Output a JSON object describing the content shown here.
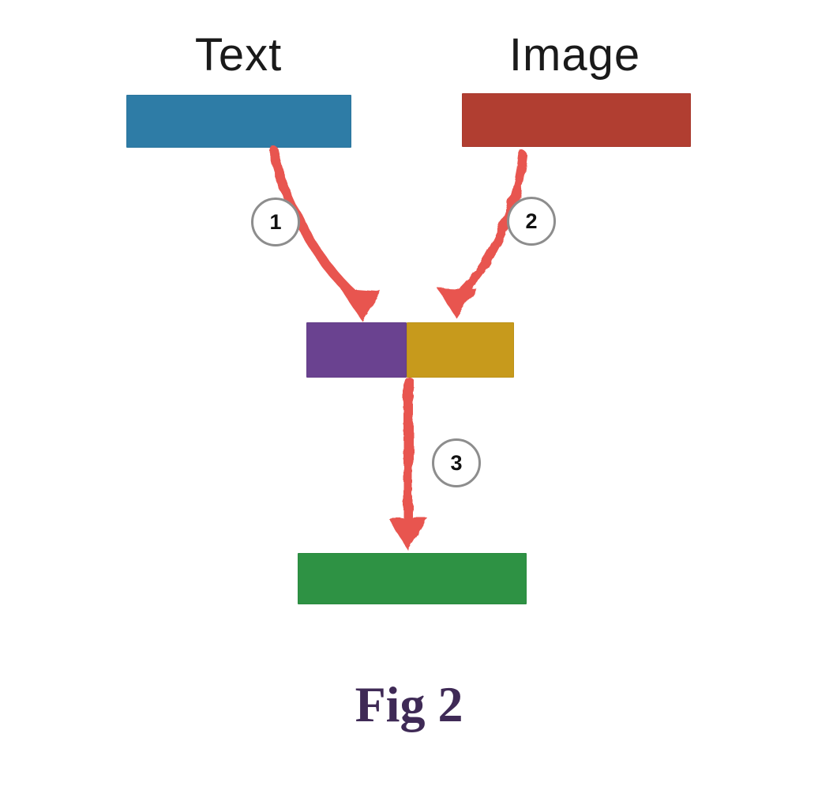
{
  "diagram": {
    "caption": "Fig 2",
    "caption_color": "#3f2a56",
    "nodes": {
      "text_input": {
        "label": "Text",
        "color": "#2e7ca6"
      },
      "image_input": {
        "label": "Image",
        "color": "#b13e31"
      },
      "fused_left": {
        "color": "#6a4290"
      },
      "fused_right": {
        "color": "#c79a1c"
      },
      "output": {
        "color": "#2e9244"
      }
    },
    "steps": [
      {
        "number": "1"
      },
      {
        "number": "2"
      },
      {
        "number": "3"
      }
    ],
    "arrow_color": "#e85550",
    "circle_border_color": "#8d8d8d"
  }
}
